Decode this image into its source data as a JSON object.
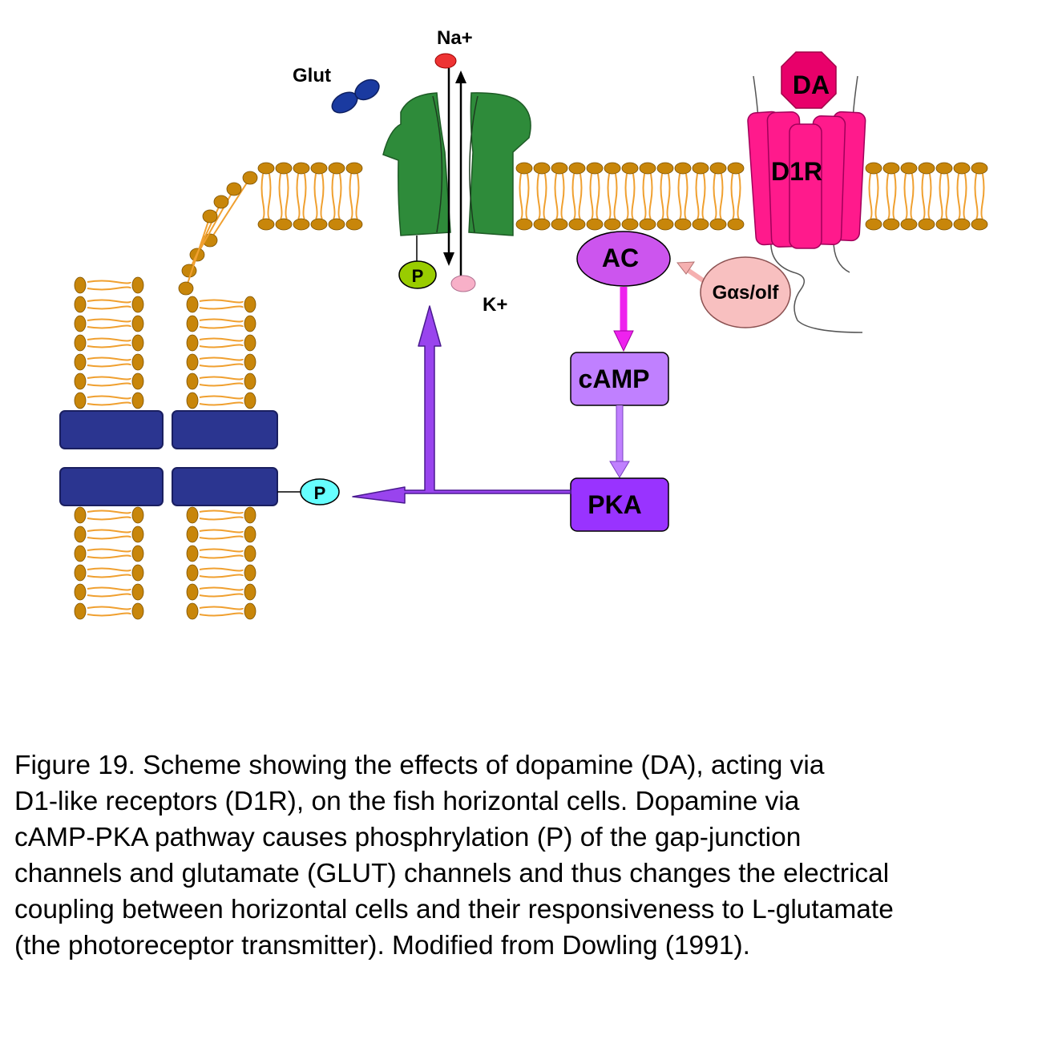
{
  "labels": {
    "glut": "Glut",
    "na": "Na+",
    "k": "K+",
    "da": "DA",
    "d1r": "D1R",
    "ac": "AC",
    "gas": "Gαs/olf",
    "camp": "cAMP",
    "pka": "PKA",
    "p_channel": "P",
    "p_gap": "P"
  },
  "colors": {
    "lipid_head": "#c8860a",
    "lipid_tail": "#f0a030",
    "channel_green": "#2e8b3a",
    "gap_junction": "#2b3590",
    "receptor_pink": "#ff1a8c",
    "da_magenta": "#e8006a",
    "ac_violet": "#cc55ee",
    "camp_lilac": "#c080ff",
    "pka_purple": "#9933ff",
    "gas_pink": "#f8c0c0",
    "p_green": "#99cc00",
    "p_cyan": "#66ffff",
    "arrow_magenta": "#ee22ee",
    "arrow_purple": "#9944ee"
  },
  "caption": {
    "lines": [
      "Figure 19.  Scheme showing the effects of dopamine (DA), acting via",
      "D1-like receptors (D1R), on the fish horizontal cells. Dopamine via",
      "cAMP-PKA pathway causes phosphrylation (P) of the gap-junction",
      "channels and glutamate (GLUT) channels and thus changes the electrical",
      "coupling between horizontal cells and their responsiveness to L-glutamate",
      "(the photoreceptor transmitter). Modified from Dowling (1991)."
    ]
  }
}
